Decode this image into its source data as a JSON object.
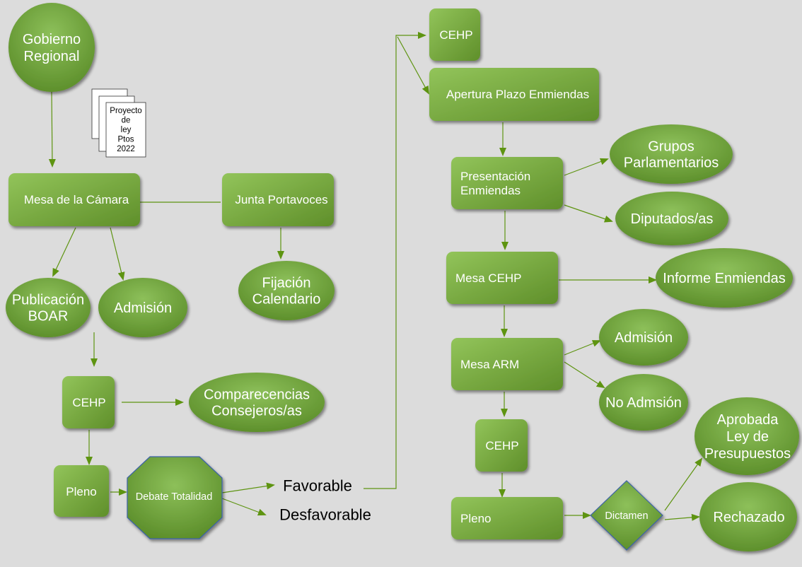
{
  "colors": {
    "background": "#dcdcdc",
    "node_light": "#92c45a",
    "node_dark": "#5f8f2a",
    "edge": "#5e9411",
    "node_text": "#ffffff",
    "plain_text": "#000000",
    "octagon_stroke": "#3a62a8"
  },
  "nodes": {
    "gobierno_regional": {
      "lines": [
        "Gobierno",
        "Regional"
      ]
    },
    "document": {
      "lines": [
        "Proyecto",
        "de",
        "ley",
        "Ptos",
        "2022"
      ]
    },
    "mesa_camara": {
      "lines": [
        "Mesa de la Cámara"
      ]
    },
    "junta_portavoces": {
      "lines": [
        "Junta Portavoces"
      ]
    },
    "publicacion_boar": {
      "lines": [
        "Publicación",
        "BOAR"
      ]
    },
    "admision_left": {
      "lines": [
        "Admisión"
      ]
    },
    "fijacion_calendario": {
      "lines": [
        "Fijación",
        "Calendario"
      ]
    },
    "cehp_left": {
      "lines": [
        "CEHP"
      ]
    },
    "comparecencias": {
      "lines": [
        "Comparecencias",
        "Consejeros/as"
      ]
    },
    "pleno_left": {
      "lines": [
        "Pleno"
      ]
    },
    "debate_totalidad": {
      "lines": [
        "Debate Totalidad"
      ]
    },
    "favorable": {
      "lines": [
        "Favorable"
      ]
    },
    "desfavorable": {
      "lines": [
        "Desfavorable"
      ]
    },
    "cehp_top": {
      "lines": [
        "CEHP"
      ]
    },
    "apertura_plazo": {
      "lines": [
        "Apertura Plazo Enmiendas"
      ]
    },
    "presentacion_enmiendas": {
      "lines": [
        "Presentación",
        "Enmiendas"
      ]
    },
    "grupos_parlamentarios": {
      "lines": [
        "Grupos",
        "Parlamentarios"
      ]
    },
    "diputados": {
      "lines": [
        "Diputados/as"
      ]
    },
    "mesa_cehp": {
      "lines": [
        "Mesa CEHP"
      ]
    },
    "informe_enmiendas": {
      "lines": [
        "Informe Enmiendas"
      ]
    },
    "mesa_arm": {
      "lines": [
        "Mesa ARM"
      ]
    },
    "admision_right": {
      "lines": [
        "Admisión"
      ]
    },
    "no_admision": {
      "lines": [
        "No Admsión"
      ]
    },
    "cehp_bottom": {
      "lines": [
        "CEHP"
      ]
    },
    "pleno_right": {
      "lines": [
        "Pleno"
      ]
    },
    "dictamen": {
      "lines": [
        "Dictamen"
      ]
    },
    "aprobada": {
      "lines": [
        "Aprobada",
        "Ley de",
        "Presupuestos"
      ]
    },
    "rechazado": {
      "lines": [
        "Rechazado"
      ]
    }
  },
  "edges": [
    {
      "from": "gobierno_regional",
      "to": "mesa_camara",
      "arrow": true
    },
    {
      "from": "mesa_camara",
      "to": "junta_portavoces",
      "arrow": false
    },
    {
      "from": "mesa_camara",
      "to": "publicacion_boar",
      "arrow": true
    },
    {
      "from": "mesa_camara",
      "to": "admision_left",
      "arrow": true
    },
    {
      "from": "junta_portavoces",
      "to": "fijacion_calendario",
      "arrow": true
    },
    {
      "from": "publicacion_boar",
      "to": "cehp_left",
      "arrow": true
    },
    {
      "from": "cehp_left",
      "to": "comparecencias",
      "arrow": true
    },
    {
      "from": "cehp_left",
      "to": "pleno_left",
      "arrow": true
    },
    {
      "from": "pleno_left",
      "to": "debate_totalidad",
      "arrow": true
    },
    {
      "from": "debate_totalidad",
      "to": "favorable",
      "arrow": true
    },
    {
      "from": "debate_totalidad",
      "to": "desfavorable",
      "arrow": true
    },
    {
      "from": "favorable",
      "to": "cehp_top",
      "arrow": true
    },
    {
      "from": "favorable",
      "to": "apertura_plazo",
      "arrow": true
    },
    {
      "from": "apertura_plazo",
      "to": "presentacion_enmiendas",
      "arrow": true
    },
    {
      "from": "presentacion_enmiendas",
      "to": "grupos_parlamentarios",
      "arrow": true
    },
    {
      "from": "presentacion_enmiendas",
      "to": "diputados",
      "arrow": true
    },
    {
      "from": "presentacion_enmiendas",
      "to": "mesa_cehp",
      "arrow": true
    },
    {
      "from": "mesa_cehp",
      "to": "informe_enmiendas",
      "arrow": true
    },
    {
      "from": "mesa_cehp",
      "to": "mesa_arm",
      "arrow": true
    },
    {
      "from": "mesa_arm",
      "to": "admision_right",
      "arrow": true
    },
    {
      "from": "mesa_arm",
      "to": "no_admision",
      "arrow": true
    },
    {
      "from": "mesa_arm",
      "to": "cehp_bottom",
      "arrow": true
    },
    {
      "from": "cehp_bottom",
      "to": "pleno_right",
      "arrow": true
    },
    {
      "from": "pleno_right",
      "to": "dictamen",
      "arrow": true
    },
    {
      "from": "dictamen",
      "to": "aprobada",
      "arrow": true
    },
    {
      "from": "dictamen",
      "to": "rechazado",
      "arrow": true
    }
  ]
}
